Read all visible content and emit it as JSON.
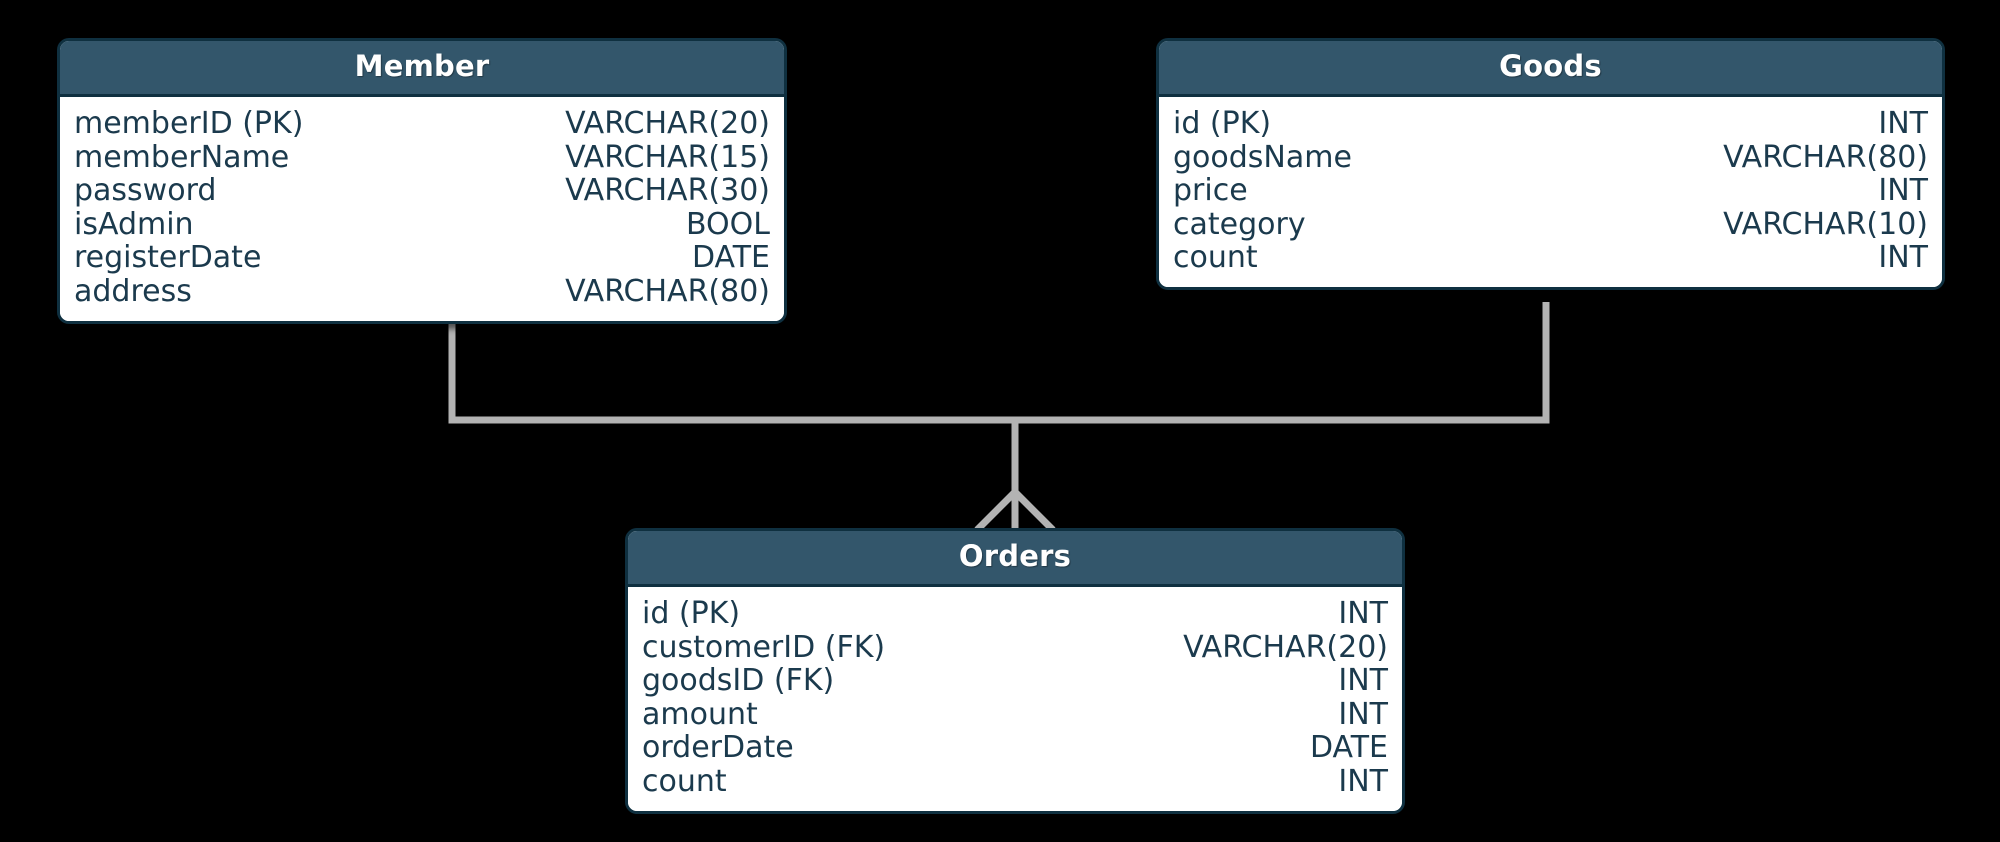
{
  "diagram": {
    "type": "entity-relationship-diagram",
    "notation": "crow's foot",
    "background_color": "#000000",
    "header_color": "#33566b",
    "border_color": "#0f3040",
    "text_color": "#1b3a4d",
    "connector_color": "#b3b3b3"
  },
  "entities": [
    {
      "name": "Member",
      "attributes": [
        {
          "name": "memberID (PK)",
          "type": "VARCHAR(20)"
        },
        {
          "name": "memberName",
          "type": "VARCHAR(15)"
        },
        {
          "name": "password",
          "type": "VARCHAR(30)"
        },
        {
          "name": "isAdmin",
          "type": "BOOL"
        },
        {
          "name": "registerDate",
          "type": "DATE"
        },
        {
          "name": "address",
          "type": "VARCHAR(80)"
        }
      ]
    },
    {
      "name": "Goods",
      "attributes": [
        {
          "name": "id (PK)",
          "type": "INT"
        },
        {
          "name": "goodsName",
          "type": "VARCHAR(80)"
        },
        {
          "name": "price",
          "type": "INT"
        },
        {
          "name": "category",
          "type": "VARCHAR(10)"
        },
        {
          "name": "count",
          "type": "INT"
        }
      ]
    },
    {
      "name": "Orders",
      "attributes": [
        {
          "name": "id (PK)",
          "type": "INT"
        },
        {
          "name": "customerID (FK)",
          "type": "VARCHAR(20)"
        },
        {
          "name": "goodsID (FK)",
          "type": "INT"
        },
        {
          "name": "amount",
          "type": "INT"
        },
        {
          "name": "orderDate",
          "type": "DATE"
        },
        {
          "name": "count",
          "type": "INT"
        }
      ]
    }
  ],
  "relationships": [
    {
      "from": "Member",
      "to": "Orders",
      "to_cardinality": "many",
      "from_cardinality": "one"
    },
    {
      "from": "Goods",
      "to": "Orders",
      "to_cardinality": "many",
      "from_cardinality": "one"
    }
  ]
}
